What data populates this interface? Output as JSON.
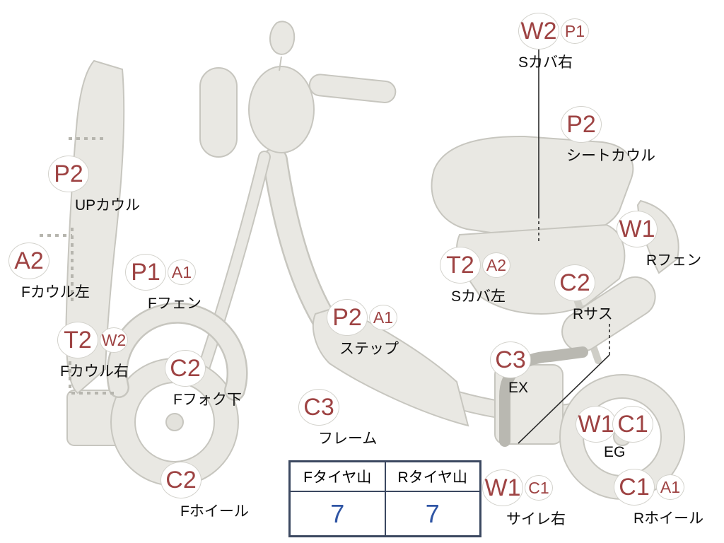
{
  "diagram": {
    "colors": {
      "grade_accent": "#9e4343",
      "tire_value": "#2f55a4",
      "table_border": "#3b4860"
    },
    "labels": [
      {
        "main": "W2",
        "sub": "P1",
        "name": "Sカバ右"
      },
      {
        "main": "P2",
        "name": "シートカウル"
      },
      {
        "main": "W1",
        "name": "Rフェン"
      },
      {
        "main": "P2",
        "name": "UPカウル"
      },
      {
        "main": "A2",
        "name": "Fカウル左"
      },
      {
        "main": "P1",
        "sub": "A1",
        "name": "Fフェン"
      },
      {
        "main": "T2",
        "sub": "W2",
        "name": "Fカウル右"
      },
      {
        "main": "C2",
        "name": "Fフォク下"
      },
      {
        "main": "C2",
        "name": "Fホイール"
      },
      {
        "main": "P2",
        "sub": "A1",
        "name": "ステップ"
      },
      {
        "main": "C3",
        "name": "フレーム"
      },
      {
        "main": "T2",
        "sub": "A2",
        "name": "Sカバ左"
      },
      {
        "main": "C2",
        "name": "Rサス"
      },
      {
        "main": "C3",
        "name": "EX"
      },
      {
        "main": "W1",
        "main2": "C1",
        "name": "EG"
      },
      {
        "main": "W1",
        "sub": "C1",
        "name": "サイレ右"
      },
      {
        "main": "C1",
        "sub": "A1",
        "name": "Rホイール"
      }
    ],
    "tire_table": {
      "col1_header": "Fタイヤ山",
      "col2_header": "Rタイヤ山",
      "col1_value": "7",
      "col2_value": "7"
    }
  }
}
